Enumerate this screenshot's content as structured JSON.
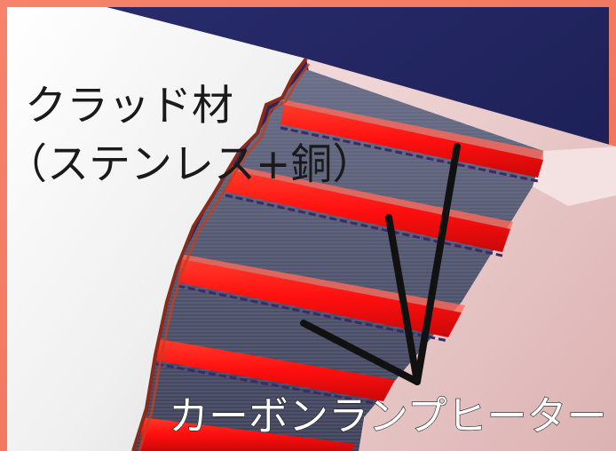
{
  "labels": {
    "cladding_line1": "クラッド材",
    "cladding_line2": "（ステンレス+銅）",
    "heater": "カーボンランプヒーター"
  },
  "colors": {
    "frame": "#f07a62",
    "background": "#20235e",
    "cladding_surface": "#f2f2f2",
    "housing": "#e9c6c6",
    "tube_body": "#5b5f78",
    "heater_red": "#ff1414",
    "pointer_line": "#111111"
  }
}
